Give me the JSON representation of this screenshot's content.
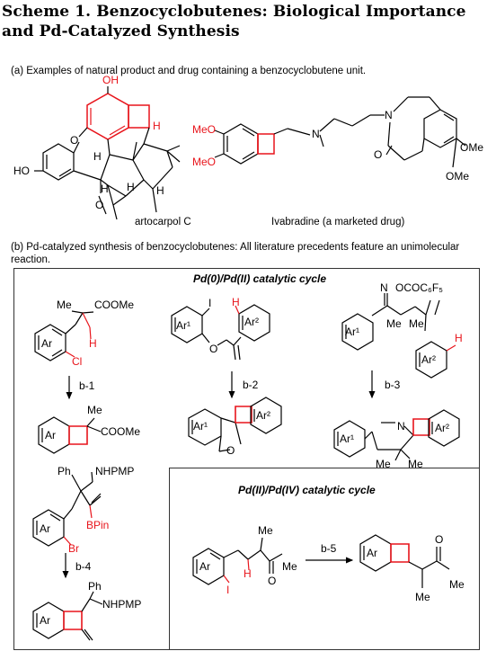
{
  "title": "Scheme 1. Benzocyclobutenes: Biological Importance and Pd-Catalyzed Synthesis",
  "part_a": {
    "caption": "(a) Examples of natural product and drug containing a benzocyclobutene unit.",
    "molecule1_name": "artocarpol C",
    "molecule2_name": "Ivabradine (a marketed drug)"
  },
  "part_b": {
    "caption": "(b) Pd-catalyzed synthesis of benzocyclobutenes: All literature precedents feature an unimolecular reaction.",
    "cycle1_title": "Pd(0)/Pd(II) catalytic cycle",
    "cycle2_title": "Pd(II)/Pd(IV) catalytic cycle",
    "steps": [
      "b-1",
      "b-2",
      "b-3",
      "b-4",
      "b-5"
    ]
  },
  "atoms": {
    "oh": "OH",
    "ho": "HO",
    "o": "O",
    "h": "H",
    "n": "N",
    "meo": "MeO",
    "ome": "OMe",
    "me": "Me",
    "cl": "Cl",
    "i": "I",
    "br": "Br",
    "ar": "Ar",
    "ar1": "Ar¹",
    "ar2": "Ar²",
    "coome": "COOMe",
    "ococ6f5": "OCOC₆F₅",
    "nhpmp": "NHPMP",
    "bpin": "BPin",
    "ph": "Ph"
  },
  "colors": {
    "highlight": "#e8141b",
    "text": "#000000",
    "frame": "#333333"
  }
}
